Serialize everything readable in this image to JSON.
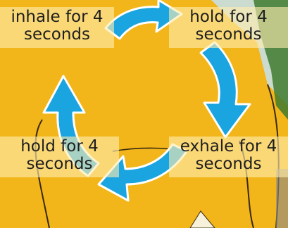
{
  "steps": [
    {
      "line1": "inhale for 4",
      "line2": "seconds"
    },
    {
      "line1": "hold for 4",
      "line2": "seconds"
    },
    {
      "line1": "exhale for 4",
      "line2": "seconds"
    },
    {
      "line1": "hold for 4",
      "line2": "seconds"
    }
  ],
  "colors": {
    "background_yellow": "#f2b51a",
    "arrow_blue": "#1aa4e0",
    "label_panel": "#ffeeb0",
    "text": "#1f1f1f"
  },
  "icons": [
    "cycle-arrow-icon"
  ]
}
